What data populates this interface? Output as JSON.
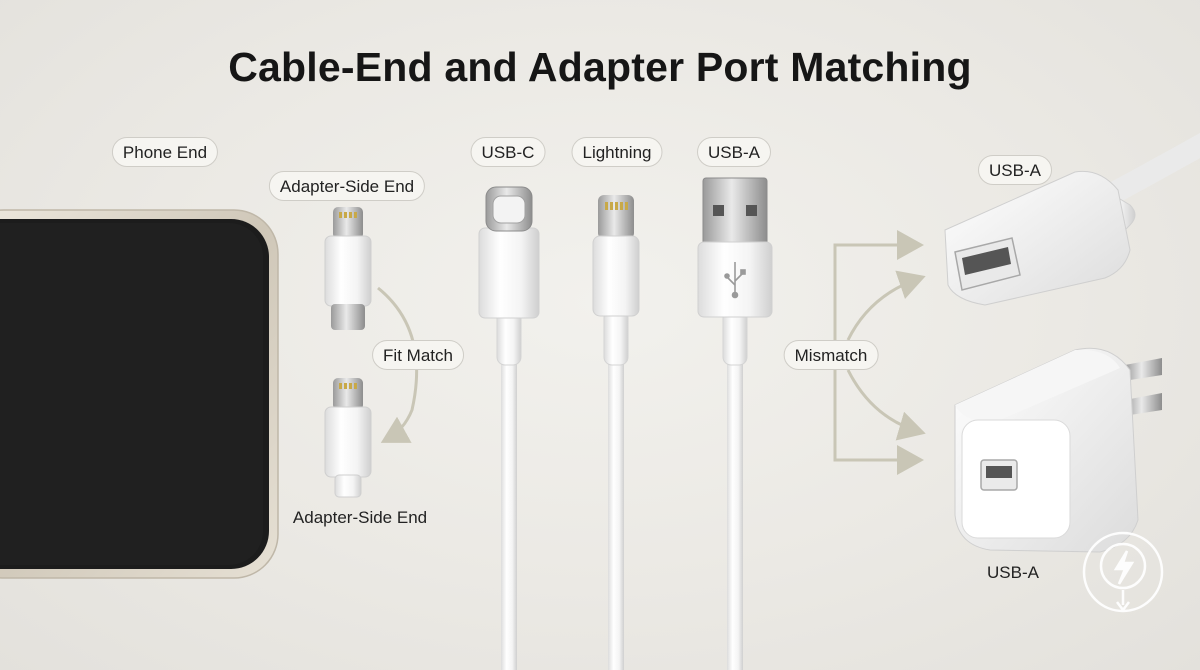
{
  "title": "Cable-End and Adapter Port Matching",
  "labels": {
    "phone_end": "Phone End",
    "adapter_side_top": "Adapter-Side End",
    "adapter_side_bottom": "Adapter-Side End",
    "fit_match": "Fit Match",
    "usb_c": "USB-C",
    "lightning": "Lightning",
    "usb_a_cable": "USB-A",
    "mismatch": "Mismatch",
    "usb_a_port": "USB-A",
    "usb_a_charger": "USB-A"
  },
  "icons": [
    "usb-trident-icon",
    "lightning-bolt-logo"
  ],
  "colors": {
    "background": "#ebe9e4",
    "arrow": "#c9c6b6",
    "phone_screen": "#1c1c1c",
    "phone_frame": "#d9d3c7"
  }
}
